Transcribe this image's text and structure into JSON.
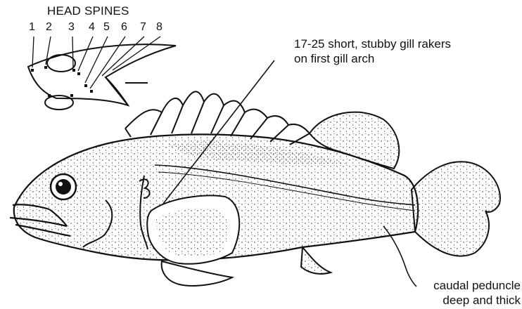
{
  "head_spines": {
    "title": "HEAD SPINES",
    "numbers": [
      "1",
      "2",
      "3",
      "4",
      "5",
      "6",
      "7",
      "8"
    ]
  },
  "annotations": {
    "gill_rakers_line1": "17-25 short, stubby gill rakers",
    "gill_rakers_line2": "on first gill arch",
    "caudal_line1": "caudal peduncle",
    "caudal_line2": "deep and thick"
  }
}
